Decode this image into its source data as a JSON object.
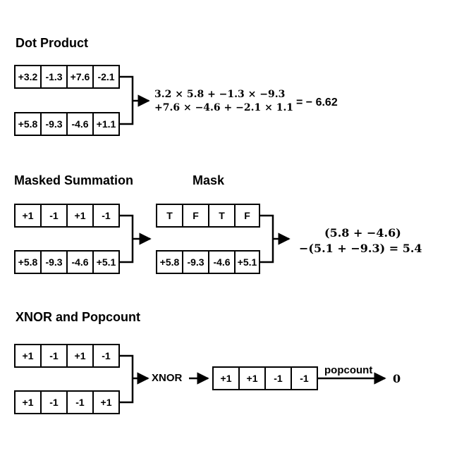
{
  "dot_product": {
    "title": "Dot Product",
    "vector_a": [
      "+3.2",
      "-1.3",
      "+7.6",
      "-2.1"
    ],
    "vector_b": [
      "+5.8",
      "-9.3",
      "-4.6",
      "+1.1"
    ],
    "expr_line1": "3.2 × 5.8 + −1.3 × −9.3",
    "expr_line2": "+7.6 × −4.6 + −2.1 × 1.1",
    "result": "= − 6.62"
  },
  "masked_summation": {
    "title": "Masked Summation",
    "mask_title": "Mask",
    "signs": [
      "+1",
      "-1",
      "+1",
      "-1"
    ],
    "values": [
      "+5.8",
      "-9.3",
      "-4.6",
      "+5.1"
    ],
    "mask": [
      "T",
      "F",
      "T",
      "F"
    ],
    "masked_values": [
      "+5.8",
      "-9.3",
      "-4.6",
      "+5.1"
    ],
    "expr_line1": "(5.8 + −4.6)",
    "expr_line2": "−(5.1 + −9.3) = 5.4"
  },
  "xnor_popcount": {
    "title": "XNOR and Popcount",
    "vector_a": [
      "+1",
      "-1",
      "+1",
      "-1"
    ],
    "vector_b": [
      "+1",
      "-1",
      "-1",
      "+1"
    ],
    "xnor_label": "XNOR",
    "xnor_result": [
      "+1",
      "+1",
      "-1",
      "-1"
    ],
    "popcount_label": "popcount",
    "result": "0"
  }
}
